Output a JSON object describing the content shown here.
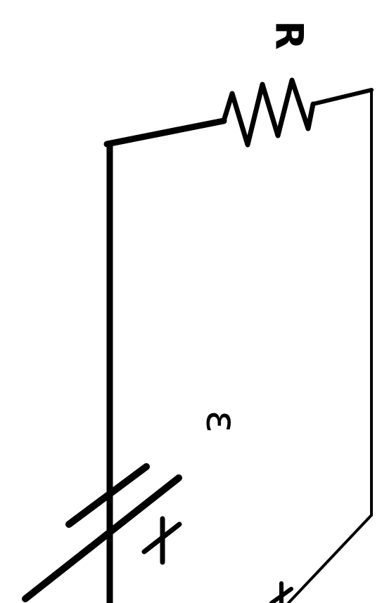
{
  "diagram": {
    "type": "circuit",
    "components": [
      {
        "kind": "resistor",
        "label": "R"
      },
      {
        "kind": "battery",
        "label": "ε",
        "polarity_mark": "+"
      }
    ]
  },
  "labels": {
    "resistor": "R",
    "emf": "ε",
    "plus": "+"
  },
  "colors": {
    "ink": "#000000",
    "background": "#ffffff"
  }
}
